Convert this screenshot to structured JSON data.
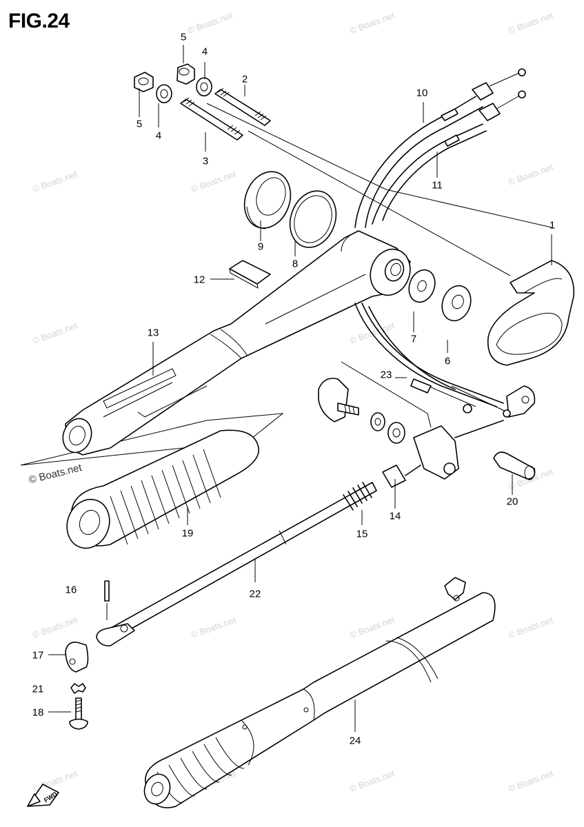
{
  "figure": {
    "title": "FIG.24"
  },
  "watermark": {
    "text": "© Boats.net",
    "color": "#d2d2d2"
  },
  "callouts": [
    {
      "id": "c1",
      "label": "1"
    },
    {
      "id": "c2",
      "label": "2"
    },
    {
      "id": "c3",
      "label": "3"
    },
    {
      "id": "c4a",
      "label": "4"
    },
    {
      "id": "c4b",
      "label": "4"
    },
    {
      "id": "c5a",
      "label": "5"
    },
    {
      "id": "c5b",
      "label": "5"
    },
    {
      "id": "c6",
      "label": "6"
    },
    {
      "id": "c7",
      "label": "7"
    },
    {
      "id": "c8",
      "label": "8"
    },
    {
      "id": "c9",
      "label": "9"
    },
    {
      "id": "c10",
      "label": "10"
    },
    {
      "id": "c11",
      "label": "11"
    },
    {
      "id": "c12",
      "label": "12"
    },
    {
      "id": "c13",
      "label": "13"
    },
    {
      "id": "c14",
      "label": "14"
    },
    {
      "id": "c15",
      "label": "15"
    },
    {
      "id": "c16",
      "label": "16"
    },
    {
      "id": "c17",
      "label": "17"
    },
    {
      "id": "c18",
      "label": "18"
    },
    {
      "id": "c19",
      "label": "19"
    },
    {
      "id": "c20",
      "label": "20"
    },
    {
      "id": "c21",
      "label": "21"
    },
    {
      "id": "c22",
      "label": "22"
    },
    {
      "id": "c23",
      "label": "23"
    },
    {
      "id": "c24",
      "label": "24"
    }
  ],
  "fwd_badge": {
    "text": "FWD"
  }
}
